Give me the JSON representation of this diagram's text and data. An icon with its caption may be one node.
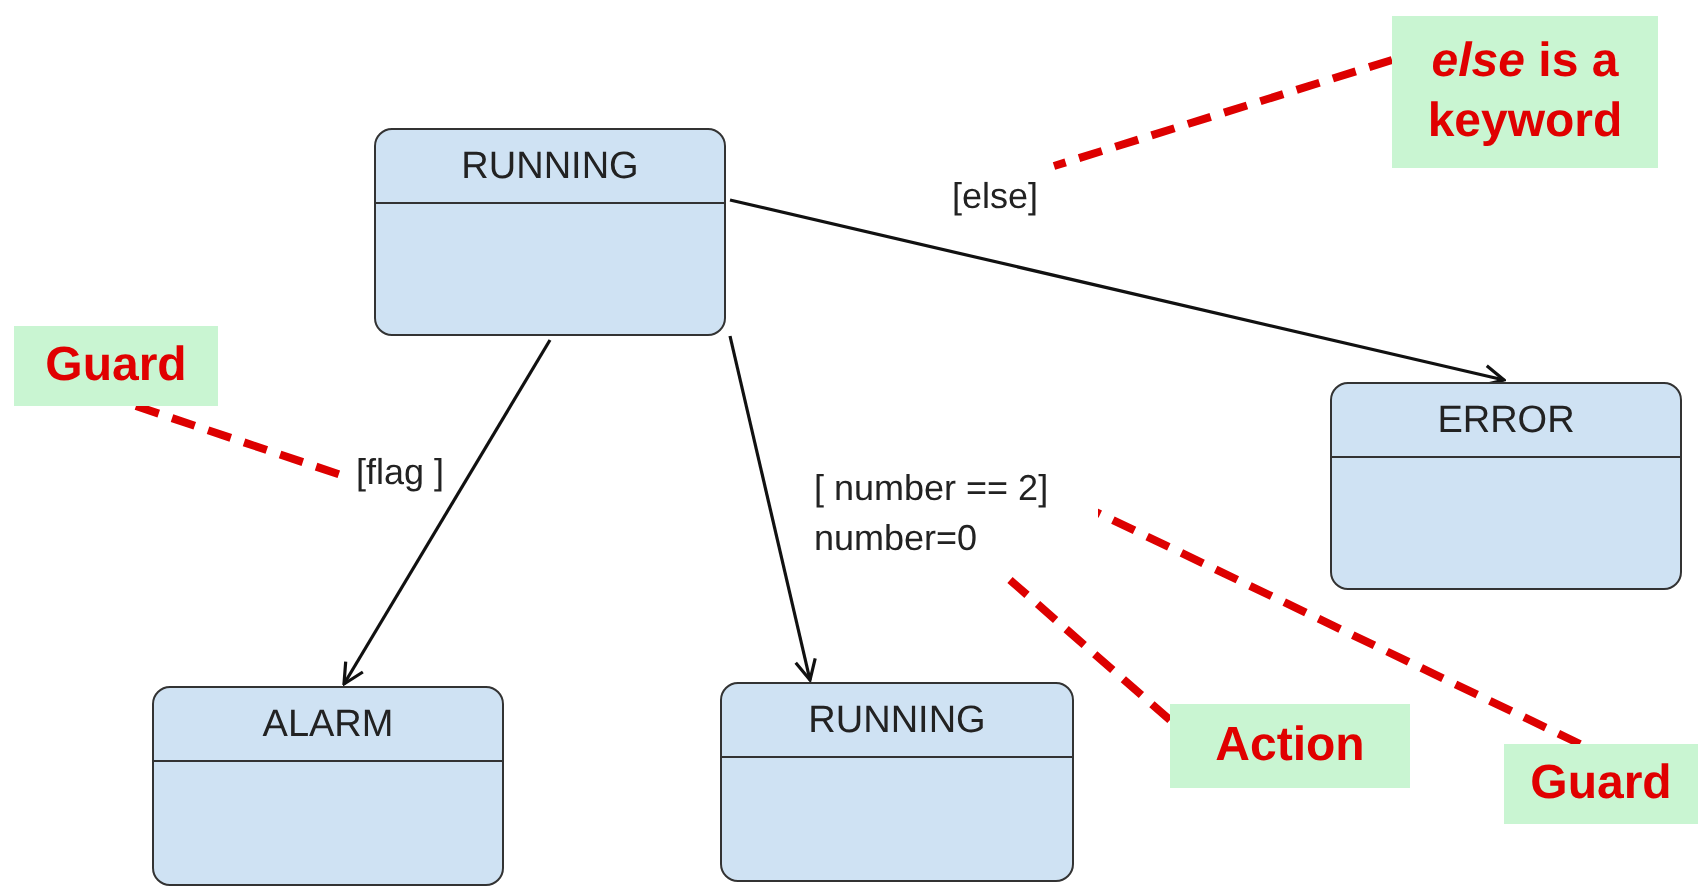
{
  "diagram": {
    "nodes": [
      {
        "text": [
          "RUNNING"
        ]
      },
      {
        "text": [
          "ERROR"
        ]
      },
      {
        "text": [
          "ALARM"
        ]
      },
      {
        "text": [
          "RUNNING"
        ]
      },
      {
        "text": [
          "*else* is a keyword"
        ]
      },
      {
        "text": [
          "Guard"
        ]
      },
      {
        "text": [
          "Action"
        ]
      },
      {
        "text": [
          "Guard"
        ]
      }
    ],
    "edges": [
      {
        "from": 0,
        "to": 2,
        "arrow": "to",
        "label": "[flag ]",
        "color": "#111111"
      },
      {
        "from": 0,
        "to": 3,
        "arrow": "to",
        "label": "[ number == 2] number=0",
        "color": "#111111"
      },
      {
        "from": 0,
        "to": 1,
        "arrow": "to",
        "label": "[else]",
        "color": "#111111"
      },
      {
        "from": 4,
        "to": null,
        "arrow": "none",
        "style": "dashed",
        "color": "#dd0000"
      },
      {
        "from": 5,
        "to": null,
        "arrow": "none",
        "style": "dashed",
        "color": "#dd0000"
      },
      {
        "from": 6,
        "to": null,
        "arrow": "none",
        "style": "dashed",
        "color": "#dd0000"
      },
      {
        "from": 7,
        "to": null,
        "arrow": "none",
        "style": "dashed",
        "color": "#dd0000"
      }
    ]
  }
}
